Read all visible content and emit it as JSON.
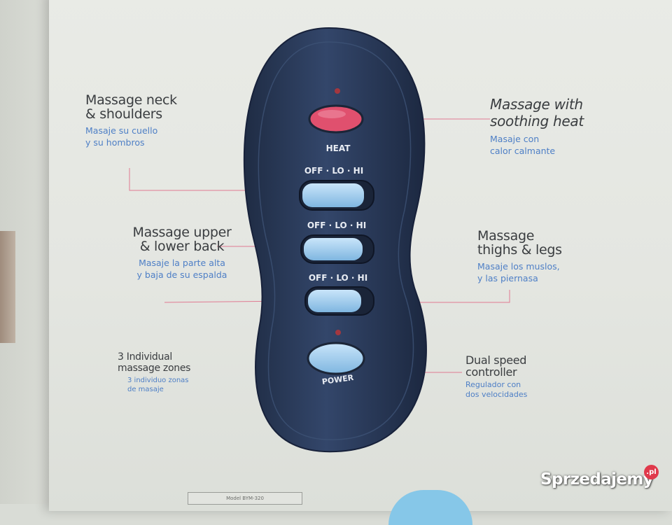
{
  "features": {
    "neck": {
      "en": "Massage neck\n& shoulders",
      "es": "Masaje su cuello\ny su hombros"
    },
    "back": {
      "en": "Massage upper\n& lower back",
      "es": "Masaje la parte alta\ny baja de su espalda"
    },
    "zones": {
      "en": "3 Individual\nmassage zones",
      "es": "3 individuo zonas\nde masaje"
    },
    "heat": {
      "en": "Massage with\nsoothing heat",
      "es": "Masaje con\ncalor calmante"
    },
    "thighs": {
      "en": "Massage\nthighs & legs",
      "es": "Masaje los muslos,\ny las piernasa"
    },
    "speed": {
      "en": "Dual speed\ncontroller",
      "es": "Regulador con\ndos velocidades"
    }
  },
  "remote": {
    "heat_label": "HEAT",
    "switch_label": "OFF · LO · HI",
    "power_label": "POWER",
    "color_body": "#2a3a55",
    "color_heat_button": "#e0506e",
    "color_slider": "#9fcdef",
    "color_leader_line": "#e05a78"
  },
  "model_label": "Model BYM-320",
  "watermark": {
    "text": "Sprzedajemy",
    "badge": ".pl"
  }
}
